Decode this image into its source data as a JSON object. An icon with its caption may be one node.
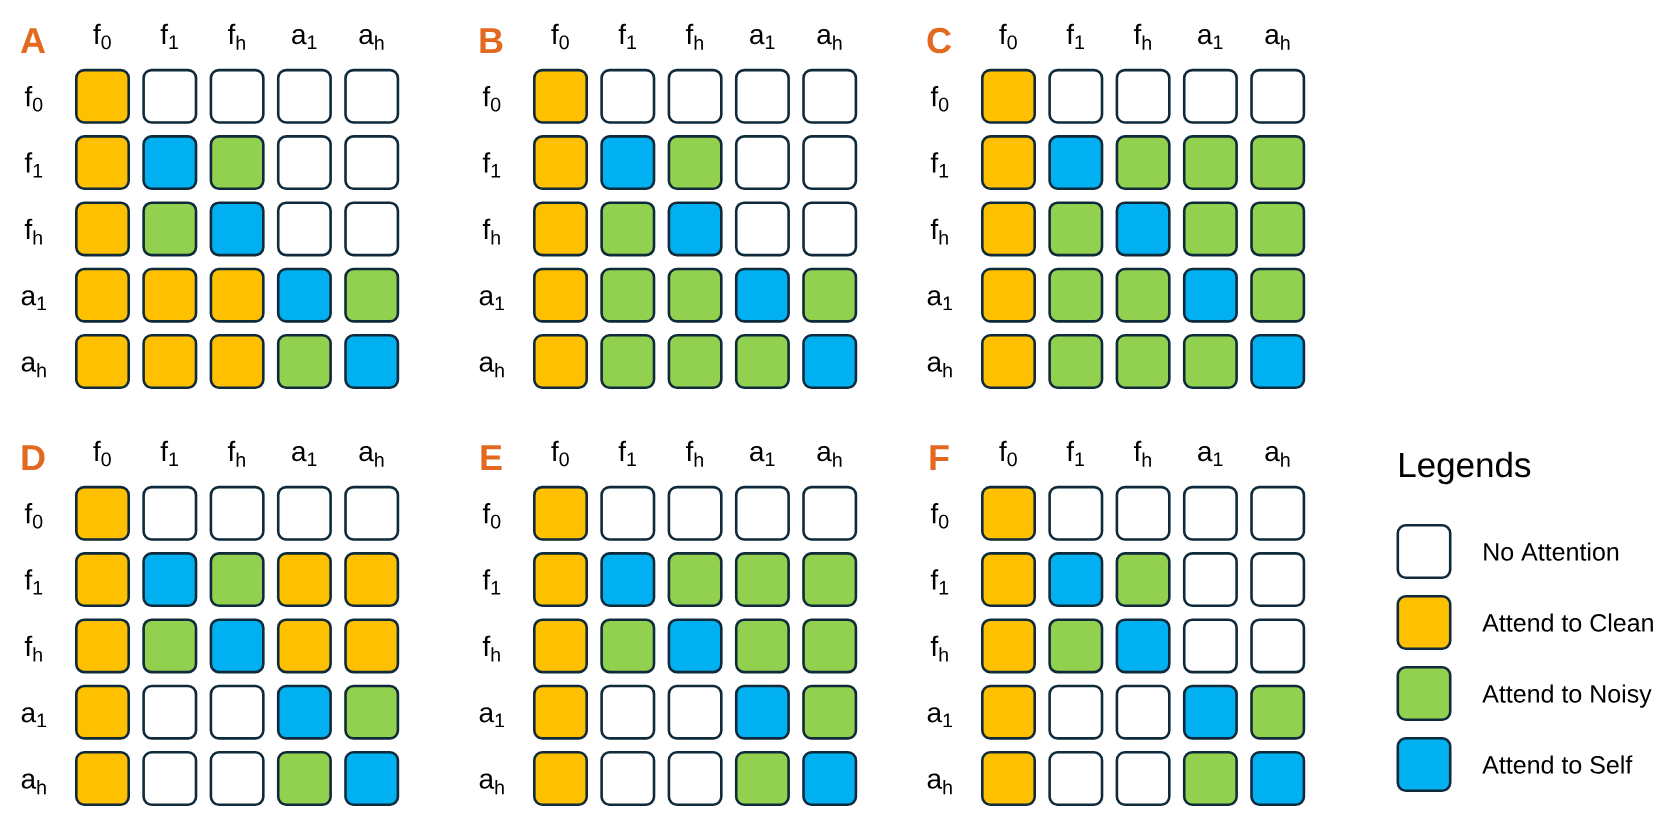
{
  "diagram": {
    "nodes": [
      {
        "text": [],
        "shape": "box"
      },
      {
        "text": [],
        "shape": "box"
      },
      {
        "text": [],
        "shape": "box"
      },
      {
        "text": [],
        "shape": "box"
      },
      {
        "text": [],
        "shape": "box"
      },
      {
        "text": [],
        "shape": "box"
      },
      {
        "text": [],
        "shape": "box"
      },
      {
        "text": [],
        "shape": "box"
      },
      {
        "text": [],
        "shape": "box"
      },
      {
        "text": [],
        "shape": "box"
      },
      {
        "text": [],
        "shape": "box"
      },
      {
        "text": [],
        "shape": "box"
      },
      {
        "text": [],
        "shape": "box"
      },
      {
        "text": [],
        "shape": "box"
      },
      {
        "text": [],
        "shape": "box"
      },
      {
        "text": [],
        "shape": "box"
      },
      {
        "text": [],
        "shape": "box"
      },
      {
        "text": [],
        "shape": "box"
      },
      {
        "text": [],
        "shape": "box"
      },
      {
        "text": [],
        "shape": "box"
      },
      {
        "text": [],
        "shape": "box"
      },
      {
        "text": [],
        "shape": "box"
      },
      {
        "text": [],
        "shape": "box"
      },
      {
        "text": [],
        "shape": "box"
      },
      {
        "text": [],
        "shape": "box"
      },
      {
        "text": [],
        "shape": "box"
      },
      {
        "text": [],
        "shape": "box"
      },
      {
        "text": [],
        "shape": "box"
      },
      {
        "text": [],
        "shape": "box"
      },
      {
        "text": [],
        "shape": "box"
      },
      {
        "text": [],
        "shape": "box"
      },
      {
        "text": [],
        "shape": "box"
      },
      {
        "text": [],
        "shape": "box"
      },
      {
        "text": [],
        "shape": "box"
      },
      {
        "text": [],
        "shape": "box"
      },
      {
        "text": [],
        "shape": "box"
      },
      {
        "text": [],
        "shape": "box"
      },
      {
        "text": [],
        "shape": "box"
      },
      {
        "text": [],
        "shape": "box"
      },
      {
        "text": [],
        "shape": "box"
      },
      {
        "text": [],
        "shape": "box"
      },
      {
        "text": [],
        "shape": "box"
      },
      {
        "text": [],
        "shape": "box"
      },
      {
        "text": [],
        "shape": "box"
      },
      {
        "text": [],
        "shape": "box"
      },
      {
        "text": [],
        "shape": "box"
      },
      {
        "text": [],
        "shape": "box"
      },
      {
        "text": [],
        "shape": "box"
      },
      {
        "text": [],
        "shape": "box"
      },
      {
        "text": [],
        "shape": "box"
      },
      {
        "text": [],
        "shape": "box"
      },
      {
        "text": [],
        "shape": "box"
      },
      {
        "text": [],
        "shape": "box"
      },
      {
        "text": [],
        "shape": "box"
      },
      {
        "text": [],
        "shape": "box"
      },
      {
        "text": [],
        "shape": "box"
      },
      {
        "text": [],
        "shape": "box"
      },
      {
        "text": [],
        "shape": "box"
      },
      {
        "text": [],
        "shape": "box"
      },
      {
        "text": [],
        "shape": "box"
      },
      {
        "text": [],
        "shape": "box"
      },
      {
        "text": [],
        "shape": "box"
      },
      {
        "text": [],
        "shape": "box"
      },
      {
        "text": [],
        "shape": "box"
      },
      {
        "text": [],
        "shape": "box"
      },
      {
        "text": [],
        "shape": "box"
      },
      {
        "text": [],
        "shape": "box"
      },
      {
        "text": [],
        "shape": "box"
      },
      {
        "text": [],
        "shape": "box"
      },
      {
        "text": [],
        "shape": "box"
      },
      {
        "text": [],
        "shape": "box"
      },
      {
        "text": [],
        "shape": "box"
      },
      {
        "text": [],
        "shape": "box"
      },
      {
        "text": [],
        "shape": "box"
      },
      {
        "text": [],
        "shape": "box"
      },
      {
        "text": [],
        "shape": "box"
      },
      {
        "text": [],
        "shape": "box"
      },
      {
        "text": [],
        "shape": "box"
      },
      {
        "text": [],
        "shape": "box"
      },
      {
        "text": [],
        "shape": "box"
      },
      {
        "text": [],
        "shape": "box"
      },
      {
        "text": [],
        "shape": "box"
      },
      {
        "text": [],
        "shape": "box"
      },
      {
        "text": [],
        "shape": "box"
      },
      {
        "text": [],
        "shape": "box"
      },
      {
        "text": [],
        "shape": "box"
      },
      {
        "text": [],
        "shape": "box"
      },
      {
        "text": [],
        "shape": "box"
      },
      {
        "text": [],
        "shape": "box"
      },
      {
        "text": [],
        "shape": "box"
      },
      {
        "text": [],
        "shape": "box"
      },
      {
        "text": [],
        "shape": "box"
      },
      {
        "text": [],
        "shape": "box"
      },
      {
        "text": [],
        "shape": "box"
      },
      {
        "text": [],
        "shape": "box"
      },
      {
        "text": [],
        "shape": "box"
      },
      {
        "text": [],
        "shape": "box"
      },
      {
        "text": [],
        "shape": "box"
      },
      {
        "text": [],
        "shape": "box"
      },
      {
        "text": [],
        "shape": "box"
      },
      {
        "text": [],
        "shape": "box"
      },
      {
        "text": [],
        "shape": "box"
      },
      {
        "text": [],
        "shape": "box"
      },
      {
        "text": [],
        "shape": "box"
      },
      {
        "text": [],
        "shape": "box"
      },
      {
        "text": [],
        "shape": "box"
      },
      {
        "text": [],
        "shape": "box"
      },
      {
        "text": [],
        "shape": "box"
      },
      {
        "text": [],
        "shape": "box"
      },
      {
        "text": [],
        "shape": "box"
      },
      {
        "text": [],
        "shape": "box"
      },
      {
        "text": [],
        "shape": "box"
      },
      {
        "text": [],
        "shape": "box"
      },
      {
        "text": [],
        "shape": "box"
      },
      {
        "text": [],
        "shape": "box"
      },
      {
        "text": [],
        "shape": "box"
      },
      {
        "text": [],
        "shape": "box"
      },
      {
        "text": [],
        "shape": "box"
      },
      {
        "text": [],
        "shape": "box"
      },
      {
        "text": [],
        "shape": "box"
      },
      {
        "text": [],
        "shape": "box"
      },
      {
        "text": [],
        "shape": "box"
      },
      {
        "text": [],
        "shape": "box"
      },
      {
        "text": [],
        "shape": "box"
      },
      {
        "text": [],
        "shape": "box"
      },
      {
        "text": [],
        "shape": "box"
      },
      {
        "text": [],
        "shape": "box"
      },
      {
        "text": [],
        "shape": "box"
      },
      {
        "text": [],
        "shape": "box"
      },
      {
        "text": [],
        "shape": "box"
      },
      {
        "text": [],
        "shape": "box"
      },
      {
        "text": [],
        "shape": "box"
      },
      {
        "text": [],
        "shape": "box"
      },
      {
        "text": [],
        "shape": "box"
      },
      {
        "text": [],
        "shape": "box"
      },
      {
        "text": [],
        "shape": "box"
      },
      {
        "text": [],
        "shape": "box"
      },
      {
        "text": [],
        "shape": "box"
      },
      {
        "text": [],
        "shape": "box"
      },
      {
        "text": [],
        "shape": "box"
      },
      {
        "text": [],
        "shape": "box"
      },
      {
        "text": [],
        "shape": "box"
      },
      {
        "text": [],
        "shape": "box"
      },
      {
        "text": [],
        "shape": "box"
      },
      {
        "text": [],
        "shape": "box"
      },
      {
        "text": [],
        "shape": "box"
      },
      {
        "text": [],
        "shape": "box"
      },
      {
        "text": [],
        "shape": "box"
      },
      {
        "text": [],
        "shape": "box"
      },
      {
        "text": [],
        "shape": "box"
      }
    ],
    "labels": [
      "A",
      "f$_{0}$",
      "f$_{1}$",
      "f$_{h}$",
      "a$_{1}$",
      "a$_{h}$",
      "f$_{0}$",
      "f$_{1}$",
      "f$_{h}$",
      "a$_{1}$",
      "a$_{h}$",
      "B",
      "f$_{0}$",
      "f$_{1}$",
      "f$_{h}$",
      "a$_{1}$",
      "a$_{h}$",
      "f$_{0}$",
      "f$_{1}$",
      "f$_{h}$",
      "a$_{1}$",
      "a$_{h}$",
      "C",
      "f$_{0}$",
      "f$_{1}$",
      "f$_{h}$",
      "a$_{1}$",
      "a$_{h}$",
      "f$_{0}$",
      "f$_{1}$",
      "f$_{h}$",
      "a$_{1}$",
      "a$_{h}$",
      "D",
      "f$_{0}$",
      "f$_{1}$",
      "f$_{h}$",
      "a$_{1}$",
      "a$_{h}$",
      "f$_{0}$",
      "f$_{1}$",
      "f$_{h}$",
      "a$_{1}$",
      "a$_{h}$",
      "E",
      "f$_{0}$",
      "f$_{1}$",
      "f$_{h}$",
      "a$_{1}$",
      "a$_{h}$",
      "f$_{0}$",
      "f$_{1}$",
      "f$_{h}$",
      "a$_{1}$",
      "a$_{h}$",
      "F",
      "f$_{0}$",
      "f$_{1}$",
      "f$_{h}$",
      "a$_{1}$",
      "a$_{h}$",
      "f$_{0}$",
      "f$_{1}$",
      "f$_{h}$",
      "a$_{1}$",
      "a$_{h}$",
      "Legends"
    ],
    "legend": [
      {
        "text": "No Attention"
      },
      {
        "text": "Attend to Clean",
        "color": "#ffc000"
      },
      {
        "text": "Attend to Noisy",
        "color": "#92d050"
      },
      {
        "text": "Attend to Self",
        "color": "#00b0f0"
      }
    ]
  }
}
